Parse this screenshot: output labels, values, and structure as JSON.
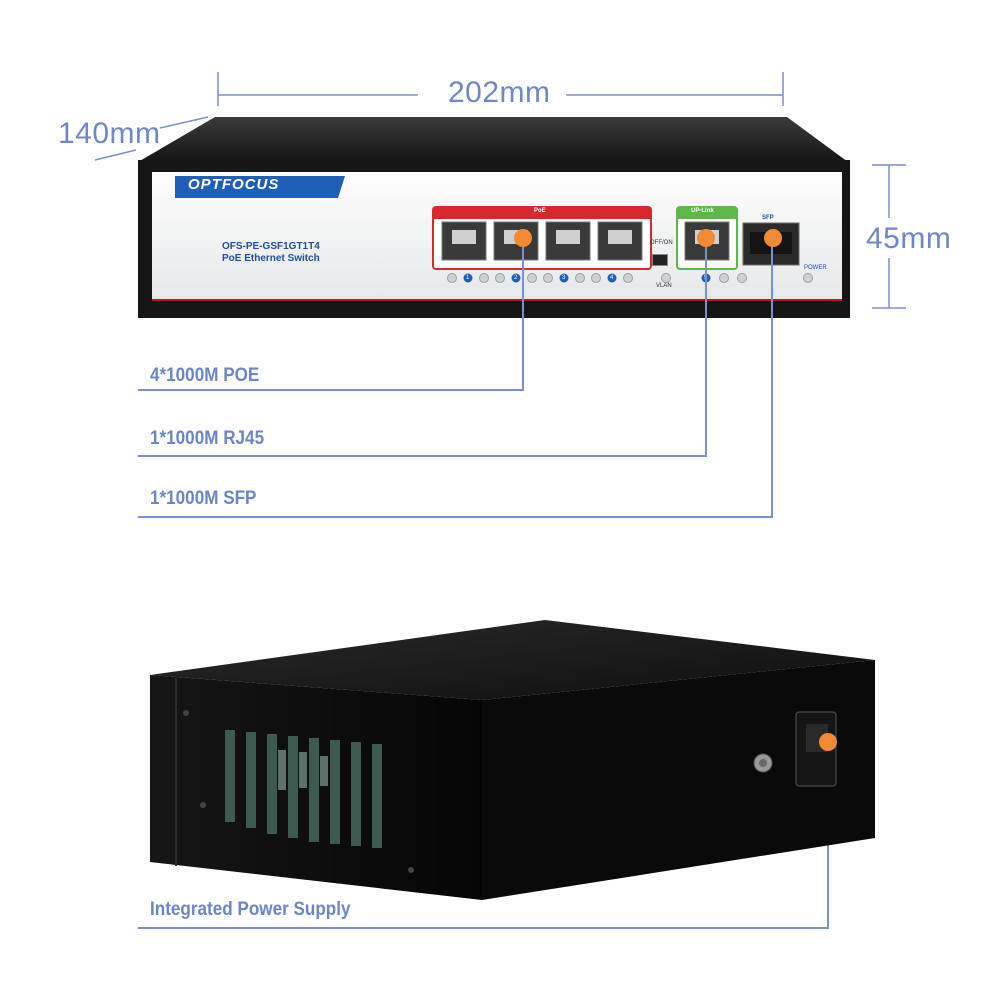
{
  "dimensions": {
    "width": "202mm",
    "depth": "140mm",
    "height": "45mm"
  },
  "front_panel": {
    "brand": "OPTFOCUS",
    "model": "OFS-PE-GSF1GT1T4",
    "description": "PoE Ethernet Switch",
    "poe_label": "PoE",
    "uplink_label": "UP-Link",
    "sfp_label": "SFP",
    "switch_label": "OFF/ON",
    "vlan_label": "VLAN",
    "power_label": "POWER",
    "port_numbers": [
      "1",
      "2",
      "3",
      "4"
    ],
    "uplink_port_number": "5"
  },
  "callouts": {
    "poe": "4*1000M POE",
    "rj45": "1*1000M RJ45",
    "sfp": "1*1000M SFP",
    "power_supply": "Integrated Power Supply"
  },
  "colors": {
    "dimension_line": "#7b8fd1",
    "callout_text": "#6e84c9",
    "marker": "#f28a33",
    "poe_frame": "#d9272e",
    "uplink_frame": "#5cb84a",
    "brand_blue": "#1f5fb8"
  }
}
